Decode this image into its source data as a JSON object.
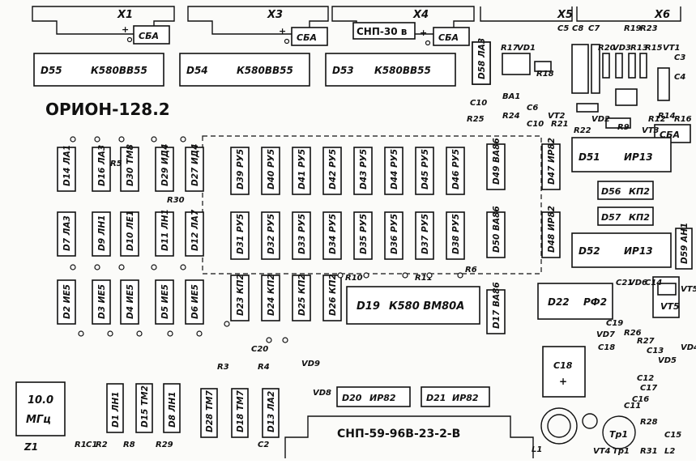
{
  "board_title": "ОРИОН-128.2",
  "oscillator": {
    "label": "Z1",
    "freq": "10.0",
    "unit": "МГц"
  },
  "connectors": [
    {
      "ref": "X1",
      "text": ""
    },
    {
      "ref": "X3",
      "text": ""
    },
    {
      "ref": "X4",
      "text": "СНП-30 в"
    },
    {
      "ref": "X5",
      "text": ""
    },
    {
      "ref": "X6",
      "text": ""
    },
    {
      "ref": "СНП-59-96В-23-2-В",
      "text": ""
    }
  ],
  "cba": [
    "СБА",
    "СБА",
    "СБА",
    "СБА"
  ],
  "big_chips": [
    {
      "ref": "D55",
      "type": "К580ВВ55"
    },
    {
      "ref": "D54",
      "type": "К580ВВ55"
    },
    {
      "ref": "D53",
      "type": "К580ВВ55"
    },
    {
      "ref": "D19",
      "type": "К580 ВМ80А"
    },
    {
      "ref": "D51",
      "type": "ИР13"
    },
    {
      "ref": "D52",
      "type": "ИР13"
    },
    {
      "ref": "D22",
      "type": "РФ2"
    },
    {
      "ref": "D20",
      "type": "ИР82"
    },
    {
      "ref": "D21",
      "type": "ИР82"
    }
  ],
  "small_chips": [
    {
      "ref": "D56",
      "type": "КП2"
    },
    {
      "ref": "D57",
      "type": "КП2"
    }
  ],
  "vertical_chips": [
    "D14 ЛА1",
    "D16 ЛА3",
    "D30 ТМ8",
    "D29 ИД4",
    "D27 ИД4",
    "D7 ЛА3",
    "D9 ЛН1",
    "D10 ЛЕ1",
    "D11 ЛН1",
    "D12 ЛА7",
    "D2 ИЕ5",
    "D3 ИЕ5",
    "D4 ИЕ5",
    "D5 ИЕ5",
    "D6 ИЕ5",
    "D23 КП2",
    "D24 КП2",
    "D25 КП2",
    "D26 КП2",
    "D49 ВА86",
    "D50 ВА86",
    "D17 ВА86",
    "D47 ИР82",
    "D48 ИР82",
    "D58 ЛА3",
    "D59 АН1",
    "D1 ЛН1",
    "D15 ТМ2",
    "D8 ЛН1",
    "D28 ТМ7",
    "D18 ТМ7",
    "D13 ЛА2"
  ],
  "ram_row1": [
    "D39 РУ5",
    "D40 РУ5",
    "D41 РУ5",
    "D42 РУ5",
    "D43 РУ5",
    "D44 РУ5",
    "D45 РУ5",
    "D46 РУ5"
  ],
  "ram_row2": [
    "D31 РУ5",
    "D32 РУ5",
    "D33 РУ5",
    "D34 РУ5",
    "D35 РУ5",
    "D36 РУ5",
    "D37 РУ5",
    "D38 РУ5"
  ],
  "component_labels": [
    "VD1",
    "R17",
    "R18",
    "ВА1",
    "C10",
    "R25",
    "R24",
    "C10",
    "C6",
    "VT2",
    "R21",
    "C5",
    "C8",
    "C7",
    "R20",
    "VD3",
    "R19",
    "R23",
    "R13",
    "R15",
    "VT1",
    "C3",
    "C4",
    "VD2",
    "R22",
    "R9",
    "R12",
    "R14",
    "R16",
    "VT3",
    "R5",
    "R30",
    "R10",
    "R11",
    "R6",
    "C21",
    "VD6",
    "C14",
    "VT5",
    "C19",
    "VD7",
    "R26",
    "C18",
    "C13",
    "R27",
    "C17",
    "VD5",
    "VD4",
    "C11",
    "C12",
    "R28",
    "VT4",
    "Тр1",
    "R31",
    "L1",
    "L2",
    "C15",
    "C16",
    "C20",
    "R4",
    "VD9",
    "VD8",
    "R3",
    "R1",
    "C1",
    "R2",
    "R8",
    "R29",
    "C2"
  ]
}
